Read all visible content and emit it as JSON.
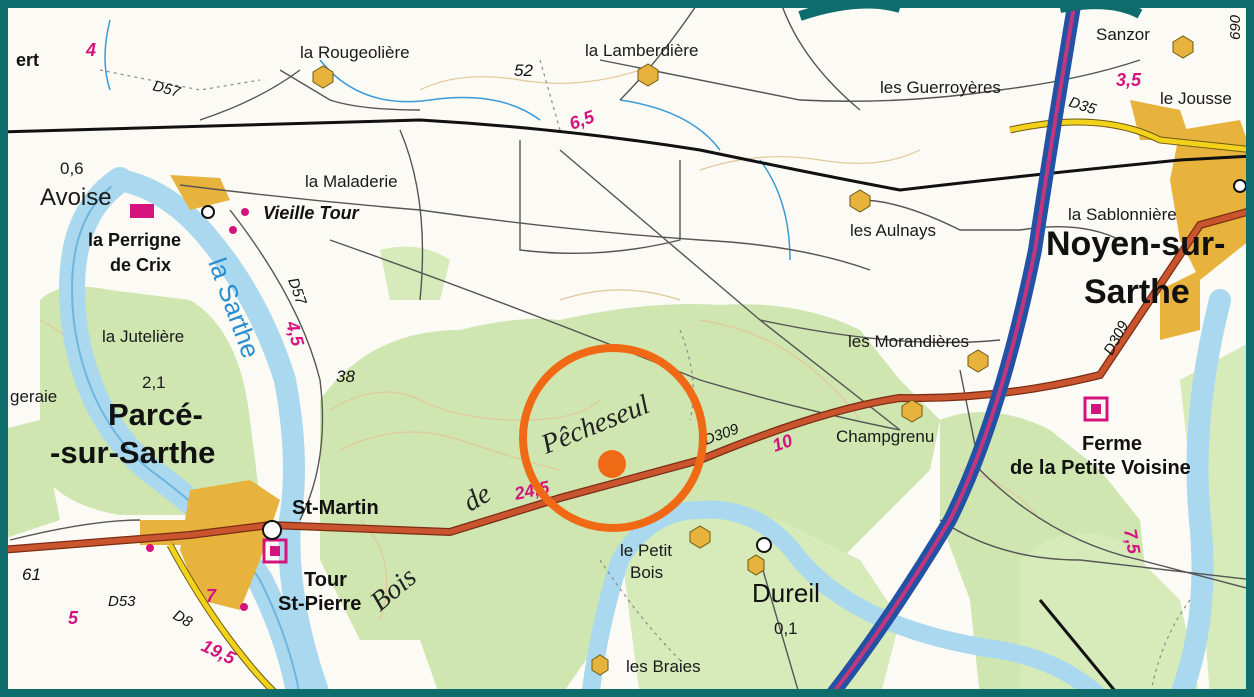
{
  "map": {
    "places": {
      "la_rougeoliere": "la Rougeolière",
      "la_lamberdiere": "la Lamberdière",
      "sanzor": "Sanzor",
      "les_guerroyeres": "les Guerroyères",
      "le_jousse": "le Jousse",
      "la_maladerie": "la Maladerie",
      "vieille_tour": "Vieille Tour",
      "les_aulnays": "les Aulnays",
      "la_sablonniere": "la Sablonnière",
      "avoise": "Avoise",
      "la_perrigne_1": "la Perrigne",
      "la_perrigne_2": "de Crix",
      "la_juteliere": "la Jutelière",
      "geraie": "geraie",
      "les_morandieres": "les Morandières",
      "champgrenu": "Champgrenu",
      "st_martin": "St-Martin",
      "tour_st_pierre_1": "Tour",
      "tour_st_pierre_2": "St-Pierre",
      "le_petit_bois_1": "le Petit",
      "le_petit_bois_2": "Bois",
      "dureil": "Dureil",
      "les_braies": "les Braies",
      "ferme_1": "Ferme",
      "ferme_2": "de la Petite Voisine",
      "ert": "ert"
    },
    "towns": {
      "noyen_1": "Noyen-sur-",
      "noyen_2": "Sarthe",
      "parce_1": "Parcé-",
      "parce_2": "-sur-Sarthe"
    },
    "river": "la Sarthe",
    "forest": {
      "word1": "Bois",
      "word2": "de",
      "word3": "Pêcheseul"
    },
    "roads": {
      "d57_top": "D57",
      "d57_mid": "D57",
      "d35": "D35",
      "d309_mid": "D309",
      "d309_right": "D309",
      "d53": "D53",
      "d8": "D8",
      "d690": "690"
    },
    "distances": {
      "km_4": "4",
      "km_6_5": "6,5",
      "km_3_5": "3,5",
      "km_4_5": "4,5",
      "km_24_5": "24,5",
      "km_10": "10",
      "km_7_5": "7,5",
      "km_5": "5",
      "km_7": "7",
      "km_19_5": "19,5"
    },
    "values": {
      "v52": "52",
      "v0_6": "0,6",
      "v38": "38",
      "v2_1": "2,1",
      "v61": "61",
      "v0_1": "0,1"
    },
    "colors": {
      "frame": "#0e6d6c",
      "forest": "#cfe6b0",
      "water": "#a9d8ef",
      "road_main": "#c9542e",
      "road_secondary": "#f2d21b",
      "highway_blue": "#2252a6",
      "highway_pink": "#c2367c",
      "km_markers": "#d4137e",
      "marker": "#f06a16",
      "built_up": "#e8b33c"
    },
    "marker": {
      "icon": "location-circle-marker"
    }
  }
}
